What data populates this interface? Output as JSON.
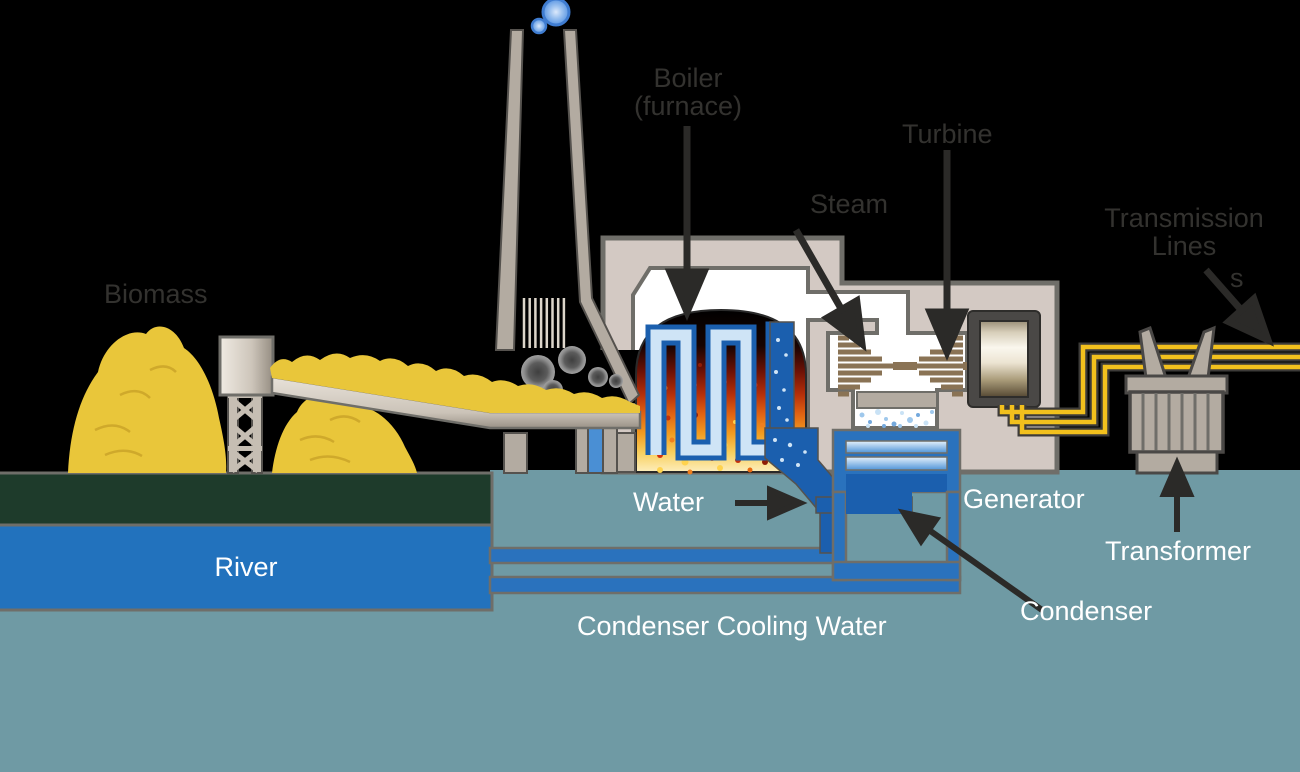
{
  "title": "Biomass power plant process diagram",
  "labels": {
    "biomass": "Biomass",
    "boiler_1": "Boiler",
    "boiler_2": "(furnace)",
    "steam": "Steam",
    "turbine": "Turbine",
    "transmission_1": "Transmission",
    "transmission_2": "Lines",
    "stray_s": "s",
    "water": "Water",
    "generator": "Generator",
    "transformer": "Transformer",
    "condenser": "Condenser",
    "condenser_cooling_water": "Condenser Cooling Water",
    "river": "River"
  },
  "process_flow": [
    "Biomass",
    "Boiler (furnace)",
    "Steam",
    "Turbine",
    "Generator",
    "Transformer",
    "Transmission Lines"
  ],
  "water_loop": [
    "River",
    "Condenser Cooling Water",
    "Condenser",
    "Water"
  ],
  "colors": {
    "background": "#000000",
    "ground_teal": "#6f9aa4",
    "river_blue": "#2272bd",
    "river_bank_green": "#1e3b2b",
    "biomass_yellow": "#e9c63a",
    "building_beige": "#d3c9c3",
    "structure_tan": "#b3aba1",
    "pipe_blue": "#2a72bd",
    "pipe_dark_blue": "#1b5fae",
    "pipe_light_blue": "#cfe4f6",
    "turbine_brown": "#8a7355",
    "wire_yellow": "#f2c01d",
    "fire_orange": "#e06212",
    "label_on_dark": "#33322f",
    "label_on_ground": "#ffffff"
  }
}
